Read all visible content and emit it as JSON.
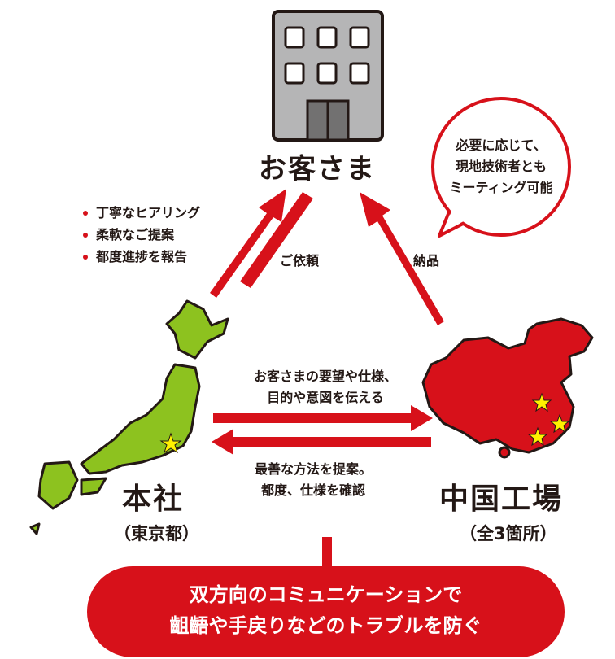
{
  "customer": {
    "label": "お客さま"
  },
  "bubble": {
    "lines": [
      "必要に応じて、",
      "現地技術者とも",
      "ミーティング可能"
    ]
  },
  "features": [
    "丁寧なヒアリング",
    "柔軟なご提案",
    "都度進捗を報告"
  ],
  "arrows": {
    "request": "ご依頼",
    "delivery": "納品",
    "to_factory": [
      "お客さまの要望や仕様、",
      "目的や意図を伝える"
    ],
    "to_hq": [
      "最善な方法を提案。",
      "都度、仕様を確認"
    ]
  },
  "hq": {
    "label": "本社",
    "sub": "（東京都）"
  },
  "factory": {
    "label": "中国工場",
    "sub": "（全3箇所）"
  },
  "conclusion": [
    "双方向のコミュニケーションで",
    "齟齬や手戻りなどのトラブルを防ぐ"
  ],
  "colors": {
    "red": "#d7111a",
    "green": "#8dc21f",
    "gray": "#b5b5b6",
    "star": "#fff100"
  }
}
